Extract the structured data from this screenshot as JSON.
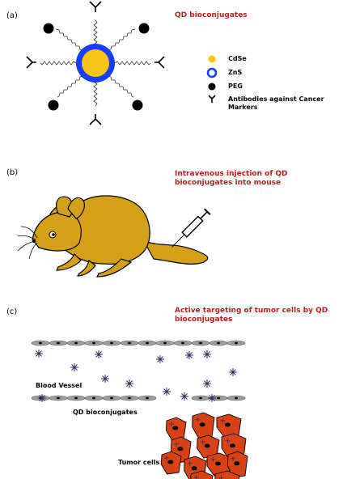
{
  "panels": {
    "a": {
      "label": "(a)",
      "title": "QD bioconjugates",
      "legend": [
        {
          "label": "CdSe",
          "color": "#f5c518",
          "icon": "yellow-dot"
        },
        {
          "label": "ZnS",
          "color": "#1a3cff",
          "icon": "blue-ring"
        },
        {
          "label": "PEG",
          "color": "#000000",
          "icon": "black-dot"
        },
        {
          "label": "Antibodies against Cancer Markers",
          "color": "#000000",
          "icon": "antibody-y"
        }
      ]
    },
    "b": {
      "label": "(b)",
      "title": "Intravenous injection of QD bioconjugates into mouse"
    },
    "c": {
      "label": "(c)",
      "title": "Active targeting of tumor cells by QD bioconjugates",
      "blood_vessel_label": "Blood Vessel",
      "qd_label": "QD bioconjugates",
      "tumor_label": "Tumor cells"
    }
  },
  "colors": {
    "title_red": "#b22222",
    "core_yellow": "#f5c518",
    "shell_blue": "#1a3cff",
    "mouse_gold": "#d4a017",
    "tumor_red": "#d84315",
    "vessel_gray": "#9e9e9e"
  }
}
